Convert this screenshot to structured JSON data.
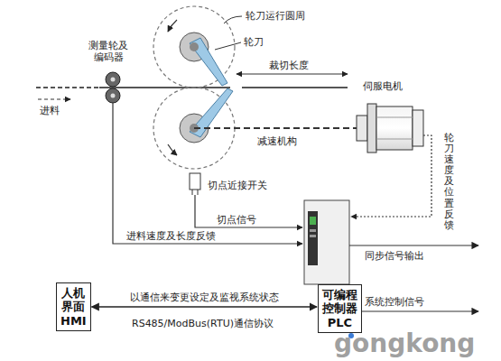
{
  "diagram": {
    "nodes": [
      {
        "text": [
          "人机 界面 HMI"
        ]
      },
      {
        "text": [
          "可编程 控制器 PLC"
        ]
      }
    ],
    "edges": [
      {
        "from": 0,
        "to": 1,
        "arrow": "both",
        "label": "以通信来变更设定及监视系统状态"
      }
    ],
    "labels": [
      "轮刀运行圆周",
      "轮刀",
      "测量轮及 编码器",
      "裁切长度",
      "进料",
      "伺服电机",
      "减速机构",
      "轮刀速度及位置反馈",
      "切点近接开关",
      "切点信号",
      "进料速度及长度反馈",
      "同步信号输出",
      "RS485/ModBus(RTU)通信协议",
      "系统控制信号",
      "gongkong"
    ]
  }
}
